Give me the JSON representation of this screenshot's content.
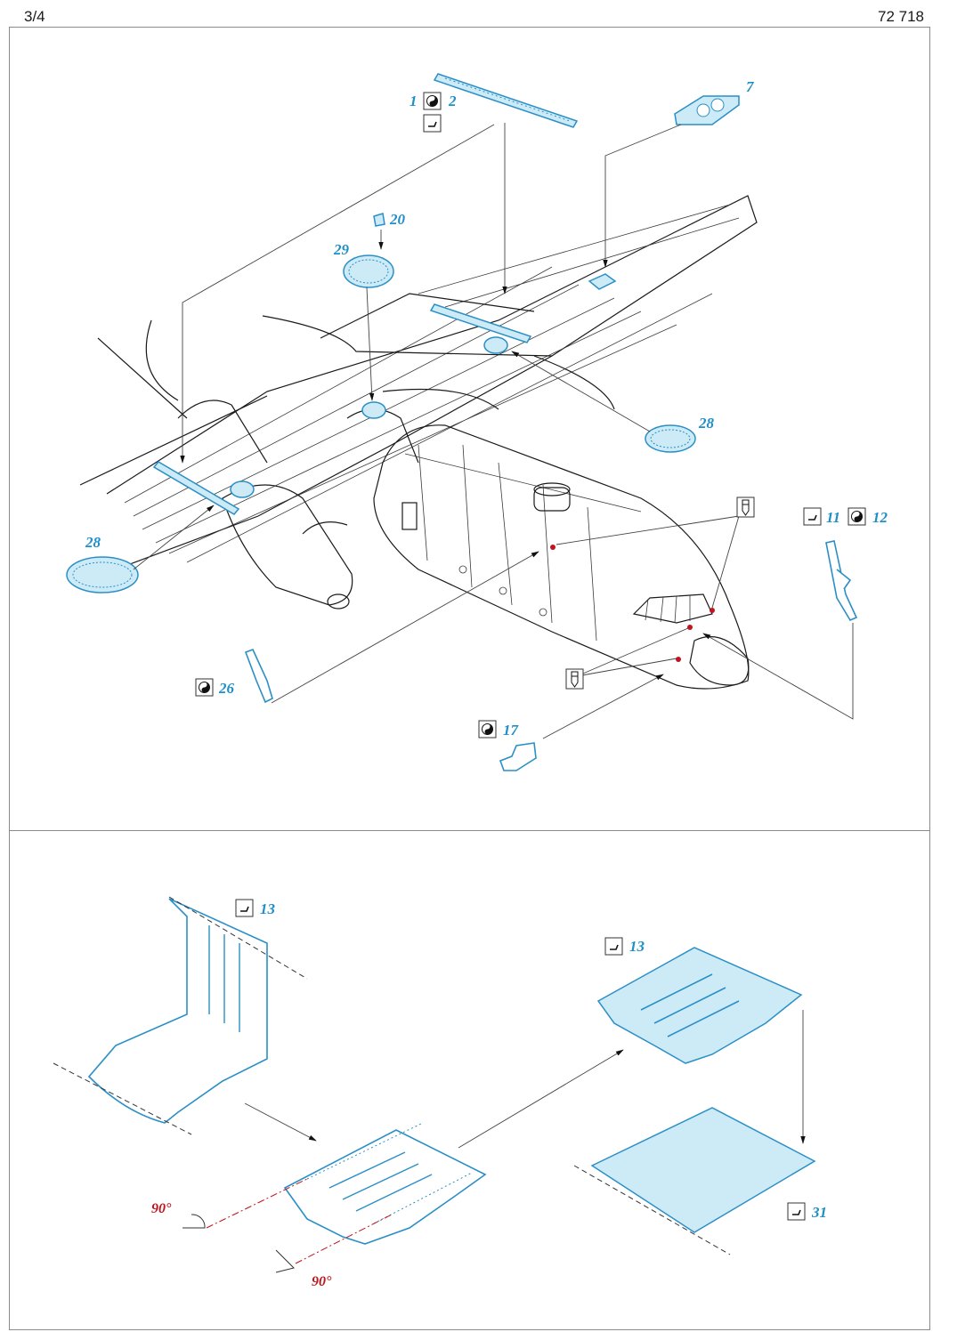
{
  "header": {
    "page": "3/4",
    "kit_number": "72 718"
  },
  "callouts": {
    "p1": "1",
    "p2": "2",
    "p7": "7",
    "p20": "20",
    "p29": "29",
    "p28a": "28",
    "p28b": "28",
    "p11": "11",
    "p12": "12",
    "p26": "26",
    "p17": "17",
    "p13a": "13",
    "p13b": "13",
    "p31": "31"
  },
  "angles": {
    "a1": "90°",
    "a2": "90°"
  },
  "icons": {
    "bend": "bend-icon",
    "flip": "yin-yang-icon",
    "paint": "paint-tube-icon"
  },
  "colors": {
    "photo_etch": "#2a8fc6",
    "photo_etch_fill": "#cdeaf7",
    "angle_text": "#c0141e"
  }
}
